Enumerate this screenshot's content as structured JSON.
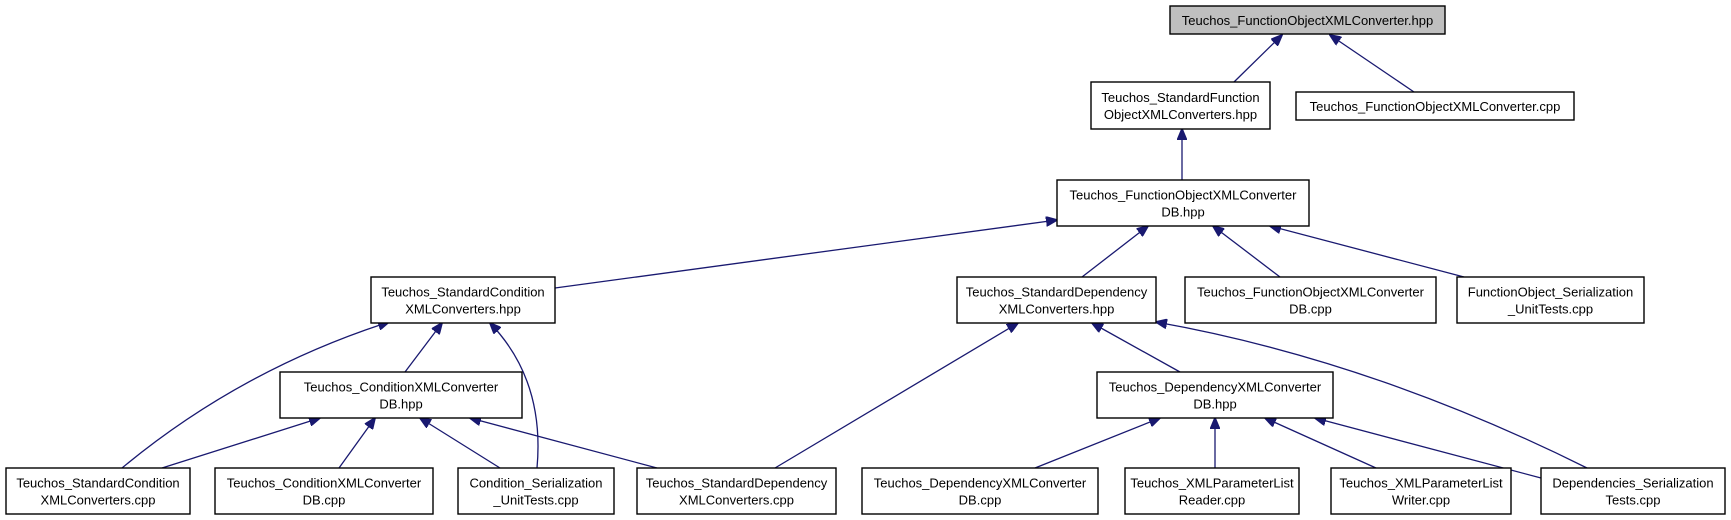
{
  "graph": {
    "nodes": [
      {
        "id": "fo_hpp",
        "lines": [
          "Teuchos_FunctionObjectXMLConverter.hpp"
        ],
        "highlight": true
      },
      {
        "id": "std_fo_hpp",
        "lines": [
          "Teuchos_StandardFunction",
          "ObjectXMLConverters.hpp"
        ]
      },
      {
        "id": "fo_cpp",
        "lines": [
          "Teuchos_FunctionObjectXMLConverter.cpp"
        ]
      },
      {
        "id": "fo_db_hpp",
        "lines": [
          "Teuchos_FunctionObjectXMLConverter",
          "DB.hpp"
        ]
      },
      {
        "id": "std_cond_hpp",
        "lines": [
          "Teuchos_StandardCondition",
          "XMLConverters.hpp"
        ]
      },
      {
        "id": "std_dep_hpp",
        "lines": [
          "Teuchos_StandardDependency",
          "XMLConverters.hpp"
        ]
      },
      {
        "id": "fo_db_cpp",
        "lines": [
          "Teuchos_FunctionObjectXMLConverter",
          "DB.cpp"
        ]
      },
      {
        "id": "fo_ser",
        "lines": [
          "FunctionObject_Serialization",
          "_UnitTests.cpp"
        ]
      },
      {
        "id": "cond_db_hpp",
        "lines": [
          "Teuchos_ConditionXMLConverter",
          "DB.hpp"
        ]
      },
      {
        "id": "dep_db_hpp",
        "lines": [
          "Teuchos_DependencyXMLConverter",
          "DB.hpp"
        ]
      },
      {
        "id": "std_cond_cpp",
        "lines": [
          "Teuchos_StandardCondition",
          "XMLConverters.cpp"
        ]
      },
      {
        "id": "cond_db_cpp",
        "lines": [
          "Teuchos_ConditionXMLConverter",
          "DB.cpp"
        ]
      },
      {
        "id": "cond_ser",
        "lines": [
          "Condition_Serialization",
          "_UnitTests.cpp"
        ]
      },
      {
        "id": "std_dep_cpp",
        "lines": [
          "Teuchos_StandardDependency",
          "XMLConverters.cpp"
        ]
      },
      {
        "id": "dep_db_cpp",
        "lines": [
          "Teuchos_DependencyXMLConverter",
          "DB.cpp"
        ]
      },
      {
        "id": "plr",
        "lines": [
          "Teuchos_XMLParameterList",
          "Reader.cpp"
        ]
      },
      {
        "id": "plw",
        "lines": [
          "Teuchos_XMLParameterList",
          "Writer.cpp"
        ]
      },
      {
        "id": "dep_ser",
        "lines": [
          "Dependencies_Serialization",
          "Tests.cpp"
        ]
      }
    ],
    "edges": [
      {
        "from": "std_fo_hpp",
        "to": "fo_hpp"
      },
      {
        "from": "fo_cpp",
        "to": "fo_hpp"
      },
      {
        "from": "fo_db_hpp",
        "to": "std_fo_hpp"
      },
      {
        "from": "std_cond_hpp",
        "to": "fo_db_hpp"
      },
      {
        "from": "std_dep_hpp",
        "to": "fo_db_hpp"
      },
      {
        "from": "fo_db_cpp",
        "to": "fo_db_hpp"
      },
      {
        "from": "fo_ser",
        "to": "fo_db_hpp"
      },
      {
        "from": "cond_db_hpp",
        "to": "std_cond_hpp"
      },
      {
        "from": "std_cond_cpp",
        "to": "std_cond_hpp"
      },
      {
        "from": "cond_ser",
        "to": "std_cond_hpp"
      },
      {
        "from": "std_cond_cpp",
        "to": "cond_db_hpp"
      },
      {
        "from": "cond_db_cpp",
        "to": "cond_db_hpp"
      },
      {
        "from": "cond_ser",
        "to": "cond_db_hpp"
      },
      {
        "from": "std_dep_cpp",
        "to": "cond_db_hpp"
      },
      {
        "from": "std_dep_cpp",
        "to": "std_dep_hpp"
      },
      {
        "from": "dep_db_hpp",
        "to": "std_dep_hpp"
      },
      {
        "from": "dep_ser",
        "to": "std_dep_hpp"
      },
      {
        "from": "dep_db_cpp",
        "to": "dep_db_hpp"
      },
      {
        "from": "plr",
        "to": "dep_db_hpp"
      },
      {
        "from": "plw",
        "to": "dep_db_hpp"
      },
      {
        "from": "dep_ser",
        "to": "dep_db_hpp"
      }
    ]
  }
}
